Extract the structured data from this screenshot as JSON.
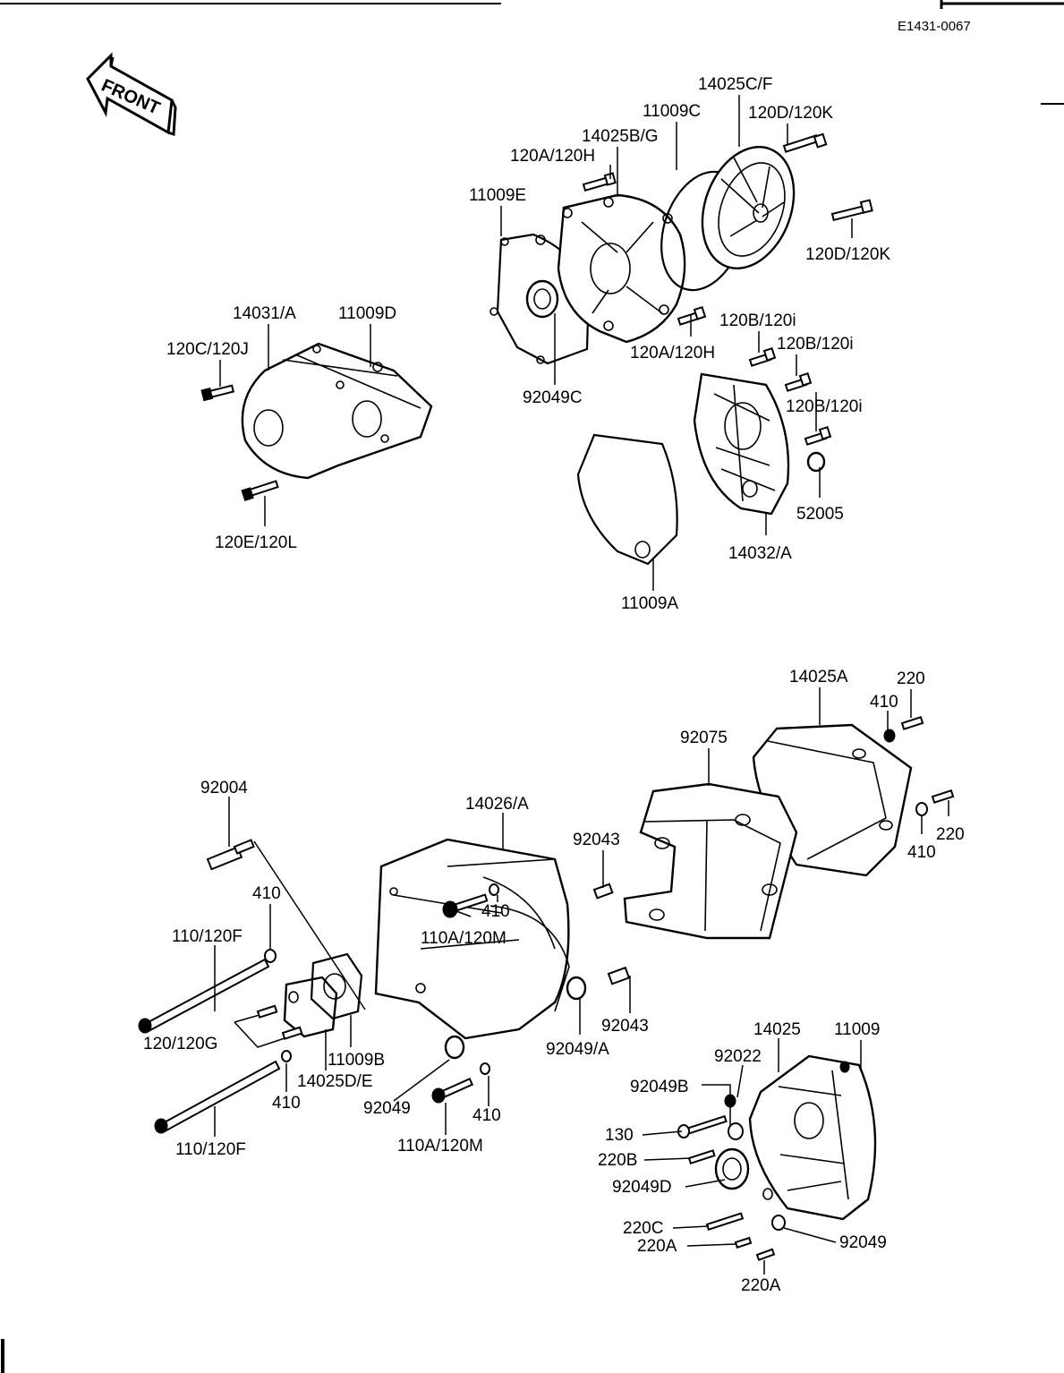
{
  "reference_code": "E1431-0067",
  "front_marker": "FRONT",
  "labels": [
    {
      "id": "l01",
      "text": "14025C/F"
    },
    {
      "id": "l02",
      "text": "11009C"
    },
    {
      "id": "l03",
      "text": "120D/120K"
    },
    {
      "id": "l04",
      "text": "14025B/G"
    },
    {
      "id": "l05",
      "text": "120A/120H"
    },
    {
      "id": "l06",
      "text": "11009E"
    },
    {
      "id": "l07",
      "text": "120D/120K"
    },
    {
      "id": "l08",
      "text": "14031/A"
    },
    {
      "id": "l09",
      "text": "11009D"
    },
    {
      "id": "l10",
      "text": "120C/120J"
    },
    {
      "id": "l11",
      "text": "120B/120i"
    },
    {
      "id": "l12",
      "text": "120A/120H"
    },
    {
      "id": "l13",
      "text": "120B/120i"
    },
    {
      "id": "l14",
      "text": "92049C"
    },
    {
      "id": "l15",
      "text": "120B/120i"
    },
    {
      "id": "l16",
      "text": "52005"
    },
    {
      "id": "l17",
      "text": "120E/120L"
    },
    {
      "id": "l18",
      "text": "14032/A"
    },
    {
      "id": "l19",
      "text": "11009A"
    },
    {
      "id": "l20",
      "text": "14025A"
    },
    {
      "id": "l21",
      "text": "220"
    },
    {
      "id": "l22",
      "text": "410"
    },
    {
      "id": "l23",
      "text": "92075"
    },
    {
      "id": "l24",
      "text": "92004"
    },
    {
      "id": "l25",
      "text": "14026/A"
    },
    {
      "id": "l26",
      "text": "220"
    },
    {
      "id": "l27",
      "text": "92043"
    },
    {
      "id": "l28",
      "text": "410"
    },
    {
      "id": "l29",
      "text": "410"
    },
    {
      "id": "l30",
      "text": "410"
    },
    {
      "id": "l31",
      "text": "110/120F"
    },
    {
      "id": "l32",
      "text": "110A/120M"
    },
    {
      "id": "l33",
      "text": "92043"
    },
    {
      "id": "l34",
      "text": "14025"
    },
    {
      "id": "l35",
      "text": "11009"
    },
    {
      "id": "l36",
      "text": "120/120G"
    },
    {
      "id": "l37",
      "text": "11009B"
    },
    {
      "id": "l38",
      "text": "92049/A"
    },
    {
      "id": "l39",
      "text": "92022"
    },
    {
      "id": "l40",
      "text": "14025D/E"
    },
    {
      "id": "l41",
      "text": "92049B"
    },
    {
      "id": "l42",
      "text": "410"
    },
    {
      "id": "l43",
      "text": "92049"
    },
    {
      "id": "l44",
      "text": "410"
    },
    {
      "id": "l45",
      "text": "130"
    },
    {
      "id": "l46",
      "text": "110A/120M"
    },
    {
      "id": "l47",
      "text": "220B"
    },
    {
      "id": "l48",
      "text": "110/120F"
    },
    {
      "id": "l49",
      "text": "92049D"
    },
    {
      "id": "l50",
      "text": "220C"
    },
    {
      "id": "l51",
      "text": "220A"
    },
    {
      "id": "l52",
      "text": "92049"
    },
    {
      "id": "l53",
      "text": "220A"
    }
  ]
}
